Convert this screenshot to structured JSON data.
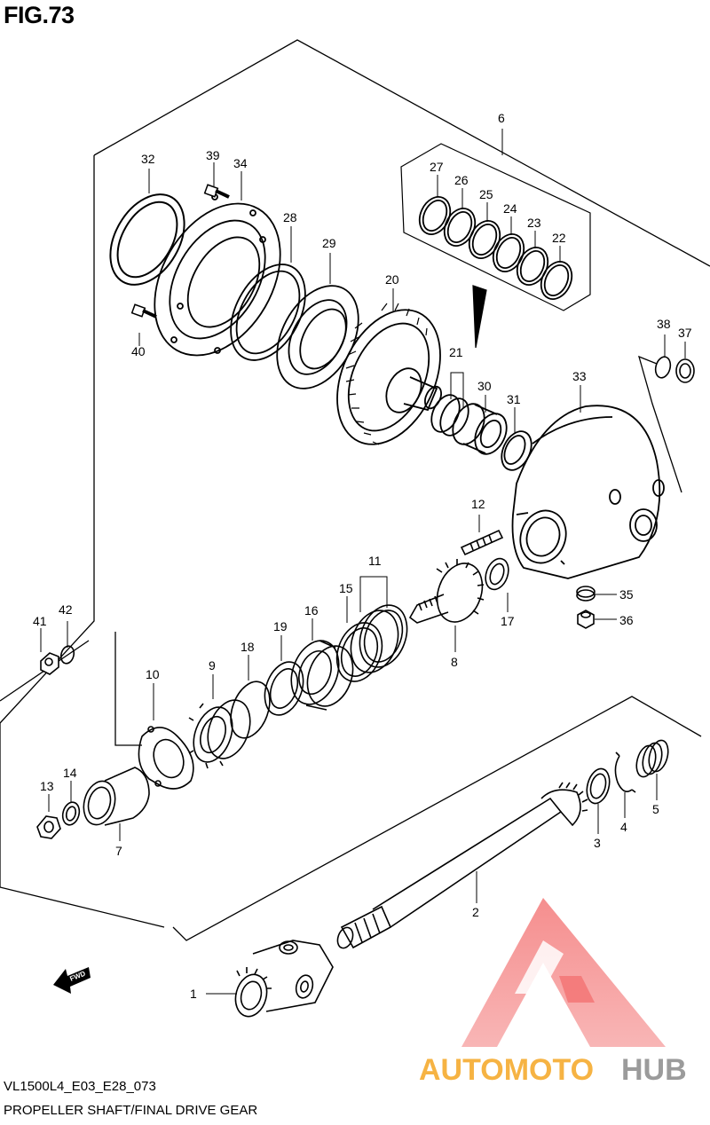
{
  "figure": {
    "title": "FIG.73",
    "code": "VL1500L4_E03_E28_073",
    "caption": "PROPELLER SHAFT/FINAL DRIVE GEAR"
  },
  "fwd_label": "FWD",
  "watermark": {
    "text_left": "AUTOMOTO",
    "text_right": "HUB",
    "color_red": "#f26b6b",
    "color_orange": "#f5a623",
    "color_gray": "#8a8a8a"
  },
  "callouts": {
    "p1": "1",
    "p2": "2",
    "p3": "3",
    "p4": "4",
    "p5": "5",
    "p6": "6",
    "p7": "7",
    "p8": "8",
    "p9": "9",
    "p10": "10",
    "p11": "11",
    "p12": "12",
    "p13": "13",
    "p14": "14",
    "p15": "15",
    "p16": "16",
    "p17": "17",
    "p18": "18",
    "p19": "19",
    "p20": "20",
    "p21": "21",
    "p22": "22",
    "p23": "23",
    "p24": "24",
    "p25": "25",
    "p26": "26",
    "p27": "27",
    "p28": "28",
    "p29": "29",
    "p30": "30",
    "p31": "31",
    "p32": "32",
    "p33": "33",
    "p34": "34",
    "p35": "35",
    "p36": "36",
    "p37": "37",
    "p38": "38",
    "p39": "39",
    "p40": "40",
    "p41": "41",
    "p42": "42"
  }
}
